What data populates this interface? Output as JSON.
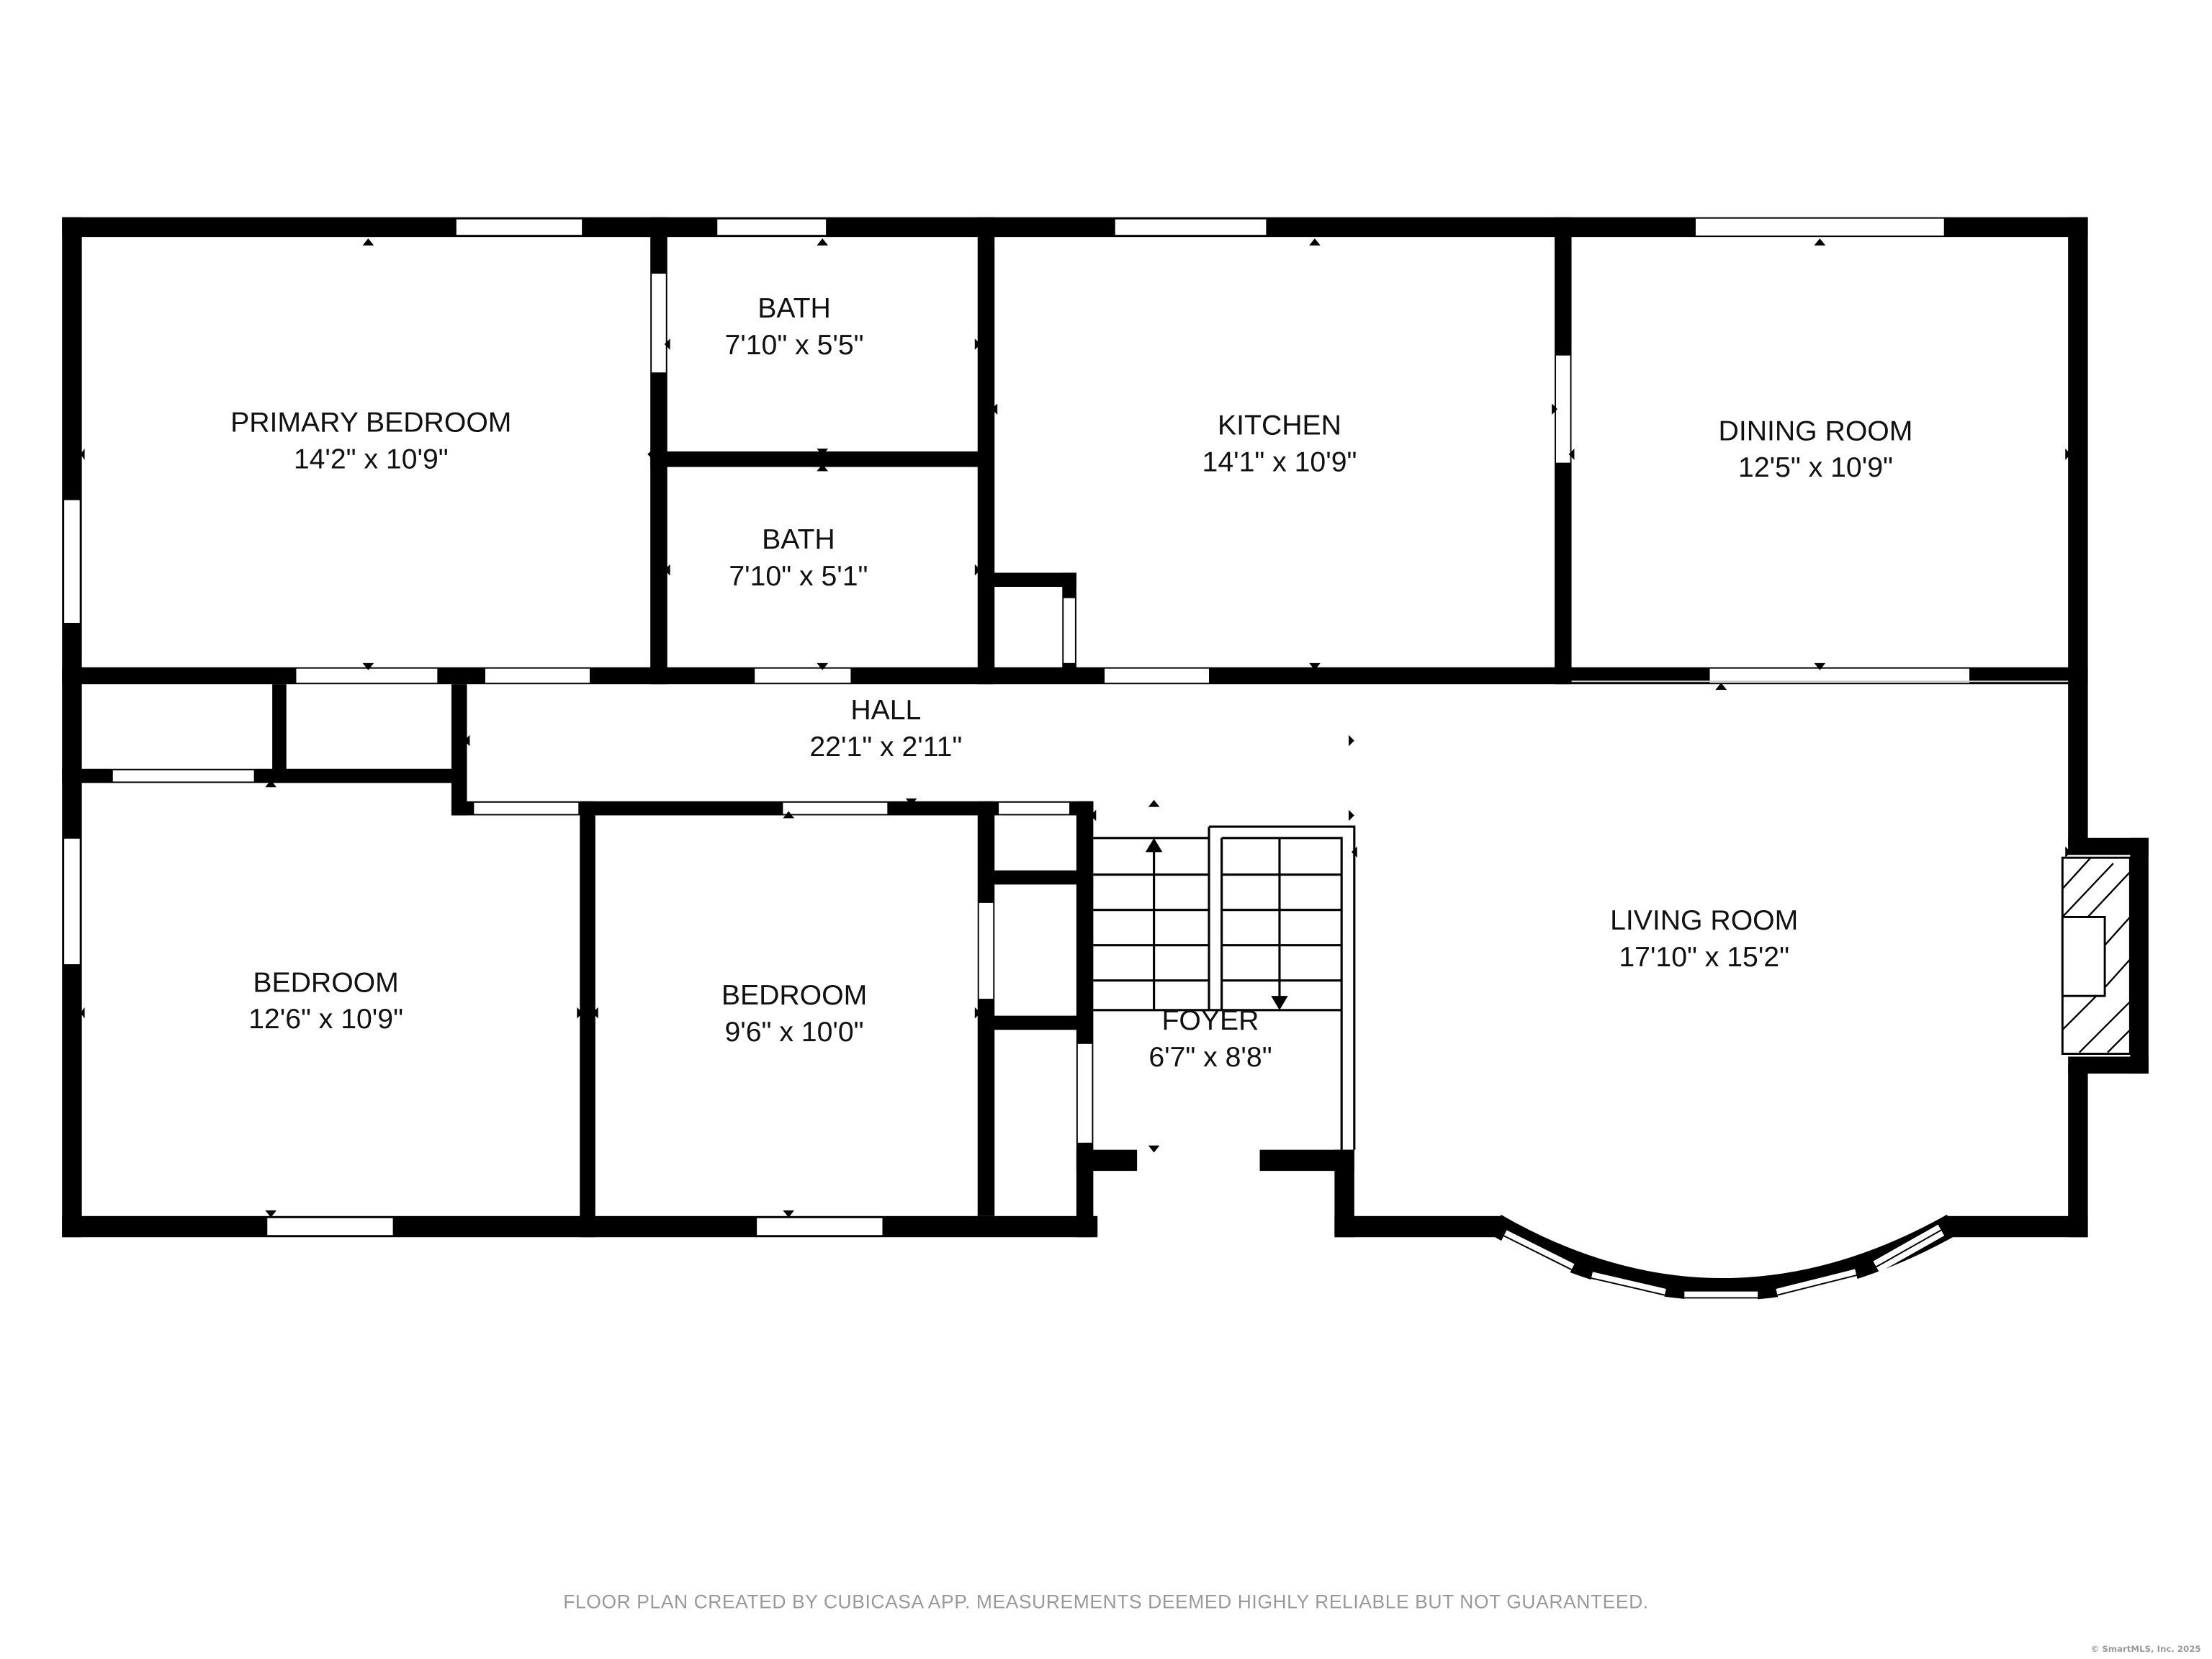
{
  "rooms": [
    {
      "name": "PRIMARY BEDROOM",
      "size": "14'2\" x 10'9\""
    },
    {
      "name": "BATH",
      "size": "7'10\" x 5'5\""
    },
    {
      "name": "BATH",
      "size": "7'10\" x 5'1\""
    },
    {
      "name": "KITCHEN",
      "size": "14'1\" x 10'9\""
    },
    {
      "name": "DINING ROOM",
      "size": "12'5\" x 10'9\""
    },
    {
      "name": "HALL",
      "size": "22'1\" x 2'11\""
    },
    {
      "name": "BEDROOM",
      "size": "12'6\" x 10'9\""
    },
    {
      "name": "BEDROOM",
      "size": "9'6\" x 10'0\""
    },
    {
      "name": "FOYER",
      "size": "6'7\" x 8'8\""
    },
    {
      "name": "LIVING ROOM",
      "size": "17'10\" x 15'2\""
    }
  ],
  "footer": "FLOOR PLAN CREATED BY CUBICASA APP. MEASUREMENTS DEEMED HIGHLY RELIABLE BUT NOT GUARANTEED.",
  "copyright": "© SmartMLS, Inc.  2025"
}
